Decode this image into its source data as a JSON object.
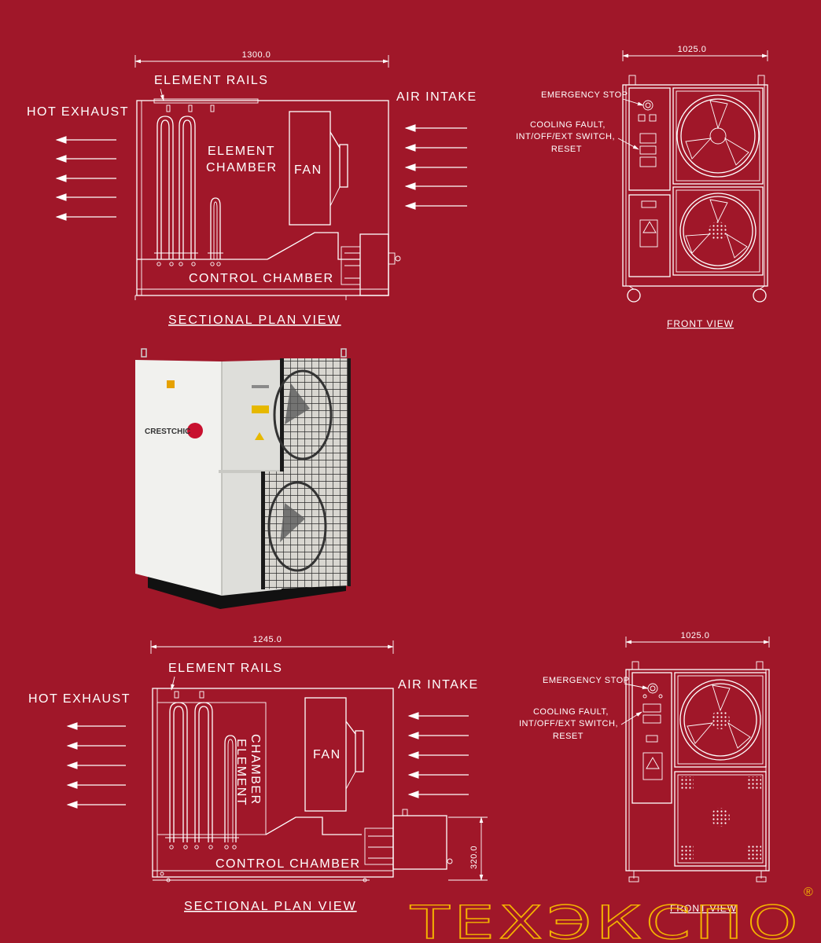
{
  "colors": {
    "background": "#a01729",
    "linework": "#ffffff",
    "logo": "#f4b400"
  },
  "upper": {
    "dimension": "1300.0",
    "element_rails": "ELEMENT RAILS",
    "hot_exhaust": "HOT EXHAUST",
    "air_intake": "AIR INTAKE",
    "element_chamber_1": "ELEMENT",
    "element_chamber_2": "CHAMBER",
    "fan": "FAN",
    "control_chamber": "CONTROL CHAMBER",
    "title": "SECTIONAL PLAN VIEW"
  },
  "upper_front": {
    "dimension": "1025.0",
    "emergency_stop": "EMERGENCY STOP",
    "cooling_1": "COOLING FAULT,",
    "cooling_2": "INT/OFF/EXT SWITCH,",
    "cooling_3": "RESET",
    "title": "FRONT VIEW"
  },
  "photo": {
    "brand": "CRESTCHIC"
  },
  "lower": {
    "dimension": "1245.0",
    "height_dimension": "320.0",
    "element_rails": "ELEMENT RAILS",
    "hot_exhaust": "HOT EXHAUST",
    "air_intake": "AIR INTAKE",
    "element_chamber_1": "ELEMENT",
    "element_chamber_2": "CHAMBER",
    "fan": "FAN",
    "control_chamber": "CONTROL CHAMBER",
    "title": "SECTIONAL PLAN VIEW"
  },
  "lower_front": {
    "dimension": "1025.0",
    "emergency_stop": "EMERGENCY STOP",
    "cooling_1": "COOLING FAULT,",
    "cooling_2": "INT/OFF/EXT SWITCH,",
    "cooling_3": "RESET",
    "title": "FRONT VIEW"
  },
  "watermark": {
    "text": "ТЕХЭКСПО",
    "registered": "®"
  }
}
